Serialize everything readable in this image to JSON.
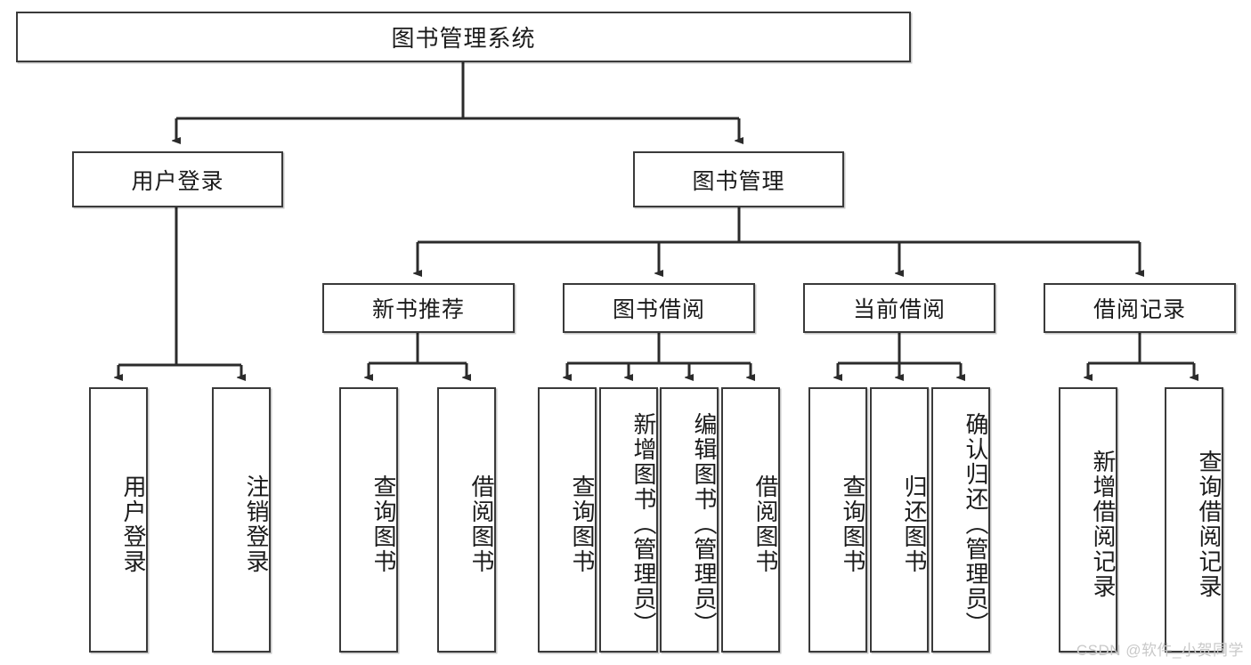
{
  "diagram": {
    "type": "hierarchy-tree",
    "title": "图书管理系统",
    "root": {
      "label": "图书管理系统"
    },
    "level2": [
      {
        "label": "用户登录"
      },
      {
        "label": "图书管理"
      }
    ],
    "level3": [
      {
        "label": "新书推荐"
      },
      {
        "label": "图书借阅"
      },
      {
        "label": "当前借阅"
      },
      {
        "label": "借阅记录"
      }
    ],
    "leaves": {
      "user_login": [
        {
          "label": "用户登录"
        },
        {
          "label": "注销登录"
        }
      ],
      "new_book": [
        {
          "label": "查询图书"
        },
        {
          "label": "借阅图书"
        }
      ],
      "book_borrow": [
        {
          "label": "查询图书"
        },
        {
          "label": "新增图书（管理员）"
        },
        {
          "label": "编辑图书（管理员）"
        },
        {
          "label": "借阅图书"
        }
      ],
      "current_borrow": [
        {
          "label": "查询图书"
        },
        {
          "label": "归还图书"
        },
        {
          "label": "确认归还（管理员）"
        }
      ],
      "borrow_record": [
        {
          "label": "新增借阅记录"
        },
        {
          "label": "查询借阅记录"
        }
      ]
    }
  },
  "watermark": {
    "text": "CSDN @软件_小贺同学"
  },
  "colors": {
    "box_border": "#3a3a3a",
    "box_fill": "#ffffff",
    "text": "#1b1b1b",
    "connector": "#2b2b2b",
    "watermark": "#c9c9c9"
  }
}
